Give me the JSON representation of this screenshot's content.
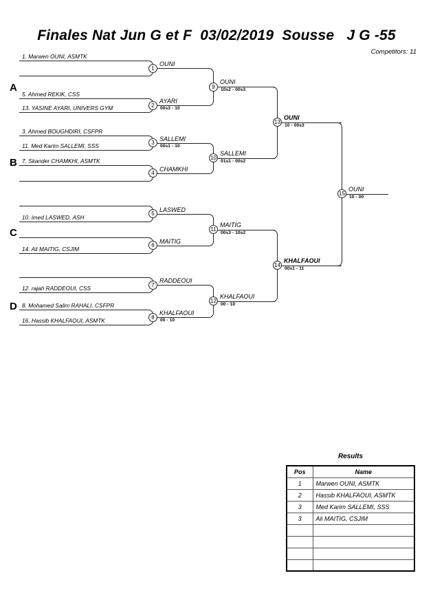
{
  "header": {
    "title": "Finales Nat Jun G et F  03/02/2019  Sousse   J G -55",
    "competitors": "Competitors: 11"
  },
  "groups": [
    {
      "label": "A"
    },
    {
      "label": "B"
    },
    {
      "label": "C"
    },
    {
      "label": "D"
    }
  ],
  "round1": [
    {
      "num": "1",
      "top": "1. Marwen OUNI, ASMTK",
      "bottom": "",
      "winner": "OUNI",
      "score": ""
    },
    {
      "num": "2",
      "top": "5. Ahmed REKIK, CSS",
      "bottom": "13. YASINE AYARI, UNIVERS GYM",
      "winner": "AYARI",
      "score": "00s3 - 10"
    },
    {
      "num": "3",
      "top": "3. Ahmed BOUGHDIRI, CSFPR",
      "bottom": "11. Med Karim SALLEMI, SSS",
      "winner": "SALLEMI",
      "score": "00s1 - 10"
    },
    {
      "num": "4",
      "top": "7. Skander CHAMKHI, ASMTK",
      "bottom": "",
      "winner": "CHAMKHI",
      "score": ""
    },
    {
      "num": "5",
      "top": "",
      "bottom": "10. imed LASWED, ASH",
      "winner": "LASWED",
      "score": ""
    },
    {
      "num": "6",
      "top": "",
      "bottom": "14. Ali MAITIG, CSJIM",
      "winner": "MAITIG",
      "score": ""
    },
    {
      "num": "7",
      "top": "",
      "bottom": "12. rajah RADDEOUI, CSS",
      "winner": "RADDEOUI",
      "score": ""
    },
    {
      "num": "8",
      "top": "8. Mohamed Salim RAHALI, CSFPR",
      "bottom": "16. Hassib KHALFAOUI, ASMTK",
      "winner": "KHALFAOUI",
      "score": "00 - 10"
    }
  ],
  "round2": [
    {
      "num": "9",
      "winner": "OUNI",
      "score": "10s2 - 00s3"
    },
    {
      "num": "10",
      "winner": "SALLEMI",
      "score": "01s1 - 00s2"
    },
    {
      "num": "11",
      "winner": "MAITIG",
      "score": "00s3 - 10s2"
    },
    {
      "num": "12",
      "winner": "KHALFAOUI",
      "score": "00 - 10"
    }
  ],
  "round3": [
    {
      "num": "13",
      "winner": "OUNI",
      "score": "10 - 00s3"
    },
    {
      "num": "14",
      "winner": "KHALFAOUI",
      "score": "00s1 - 11"
    }
  ],
  "final": {
    "num": "15",
    "winner": "OUNI",
    "score": "10 - 00"
  },
  "results": {
    "title": "Results",
    "columns": [
      "Pos",
      "Name"
    ],
    "rows": [
      {
        "pos": "1",
        "name": "Marwen OUNI, ASMTK"
      },
      {
        "pos": "2",
        "name": "Hassib KHALFAOUI, ASMTK"
      },
      {
        "pos": "3",
        "name": "Med Karim SALLEMI, SSS"
      },
      {
        "pos": "3",
        "name": "Ali MAITIG, CSJIM"
      },
      {
        "pos": "",
        "name": ""
      },
      {
        "pos": "",
        "name": ""
      },
      {
        "pos": "",
        "name": ""
      },
      {
        "pos": "",
        "name": ""
      }
    ]
  }
}
